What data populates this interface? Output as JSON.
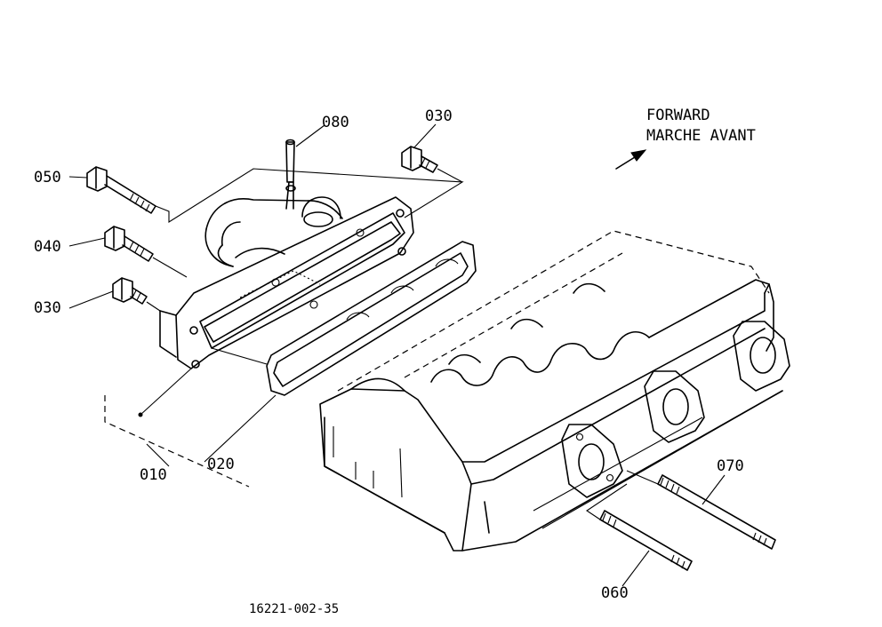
{
  "direction": {
    "line1": "FORWARD",
    "line2": "MARCHE AVANT"
  },
  "callouts": [
    {
      "id": "010",
      "text": "010"
    },
    {
      "id": "020",
      "text": "020"
    },
    {
      "id": "030a",
      "text": "030"
    },
    {
      "id": "030b",
      "text": "030"
    },
    {
      "id": "040",
      "text": "040"
    },
    {
      "id": "050",
      "text": "050"
    },
    {
      "id": "060",
      "text": "060"
    },
    {
      "id": "070",
      "text": "070"
    },
    {
      "id": "080",
      "text": "080"
    }
  ],
  "drawing_number": "16221-002-35"
}
